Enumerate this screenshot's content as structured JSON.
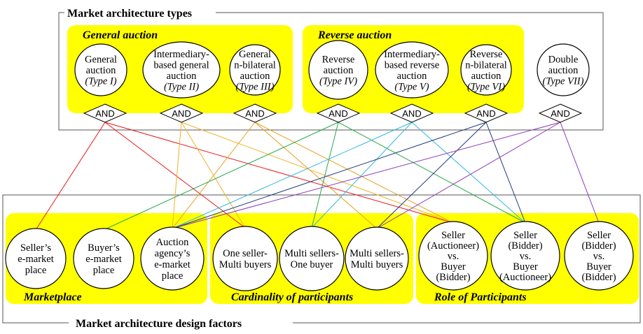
{
  "top_frame": {
    "title": "Market architecture types"
  },
  "bottom_frame": {
    "title": "Market architecture design factors"
  },
  "groups": {
    "general_auction": "General auction",
    "reverse_auction": "Reverse auction",
    "marketplace": "Marketplace",
    "cardinality": "Cardinality of participants",
    "role": "Role of Participants"
  },
  "connector_label": "AND",
  "types": [
    {
      "id": "type1",
      "lines": [
        "General",
        "auction"
      ],
      "type_label": "(Type I)"
    },
    {
      "id": "type2",
      "lines": [
        "Intermediary-",
        "based general",
        "auction"
      ],
      "type_label": "(Type II)"
    },
    {
      "id": "type3",
      "lines": [
        "General",
        "n-bilateral",
        "auction"
      ],
      "type_label": "(Type III)"
    },
    {
      "id": "type4",
      "lines": [
        "Reverse",
        "auction"
      ],
      "type_label": "(Type IV)"
    },
    {
      "id": "type5",
      "lines": [
        "Intermediary-",
        "based reverse",
        "auction"
      ],
      "type_label": "(Type V)"
    },
    {
      "id": "type6",
      "lines": [
        "Reverse",
        "n-bilateral",
        "auction"
      ],
      "type_label": "(Type VI)"
    },
    {
      "id": "type7",
      "lines": [
        "Double",
        "auction"
      ],
      "type_label": "(Type VII)"
    }
  ],
  "factors": [
    {
      "id": "seller_market",
      "lines": [
        "Seller’s",
        "e-market",
        "place"
      ]
    },
    {
      "id": "buyer_market",
      "lines": [
        "Buyer’s",
        "e-market",
        "place"
      ]
    },
    {
      "id": "agency_market",
      "lines": [
        "Auction",
        "agency’s",
        "e-market",
        "place"
      ]
    },
    {
      "id": "one_multi",
      "lines": [
        "One seller-",
        "Multi buyers"
      ]
    },
    {
      "id": "multi_one",
      "lines": [
        "Multi sellers-",
        "One buyer"
      ]
    },
    {
      "id": "multi_multi",
      "lines": [
        "Multi sellers-",
        "Multi buyers"
      ]
    },
    {
      "id": "seller_auctioneer",
      "lines": [
        "Seller",
        "(Auctioneer)",
        "vs.",
        "Buyer",
        "(Bidder)"
      ]
    },
    {
      "id": "seller_bidder_auctioneer",
      "lines": [
        "Seller",
        "(Bidder)",
        "vs.",
        "Buyer",
        "(Auctioneer)"
      ]
    },
    {
      "id": "seller_bidder_bidder",
      "lines": [
        "Seller",
        "(Bidder)",
        "vs.",
        "Buyer",
        "(Bidder)"
      ]
    }
  ],
  "links": [
    {
      "from": "type1",
      "to": [
        "seller_market",
        "one_multi",
        "seller_auctioneer"
      ],
      "color": "#e8191b"
    },
    {
      "from": "type2",
      "to": [
        "agency_market",
        "one_multi",
        "seller_auctioneer"
      ],
      "color": "#f0b428"
    },
    {
      "from": "type3",
      "to": [
        "agency_market",
        "multi_multi",
        "seller_auctioneer"
      ],
      "color": "#e8a020"
    },
    {
      "from": "type4",
      "to": [
        "buyer_market",
        "multi_one",
        "seller_bidder_auctioneer"
      ],
      "color": "#2aa84a"
    },
    {
      "from": "type5",
      "to": [
        "agency_market",
        "multi_one",
        "seller_bidder_auctioneer"
      ],
      "color": "#30b8e0"
    },
    {
      "from": "type6",
      "to": [
        "agency_market",
        "multi_multi",
        "seller_bidder_auctioneer"
      ],
      "color": "#1f3a78"
    },
    {
      "from": "type7",
      "to": [
        "agency_market",
        "multi_multi",
        "seller_bidder_bidder"
      ],
      "color": "#8a3ab9"
    }
  ],
  "colors": {
    "highlight": "#ffff00",
    "stroke": "#000000",
    "frame": "#555555"
  }
}
